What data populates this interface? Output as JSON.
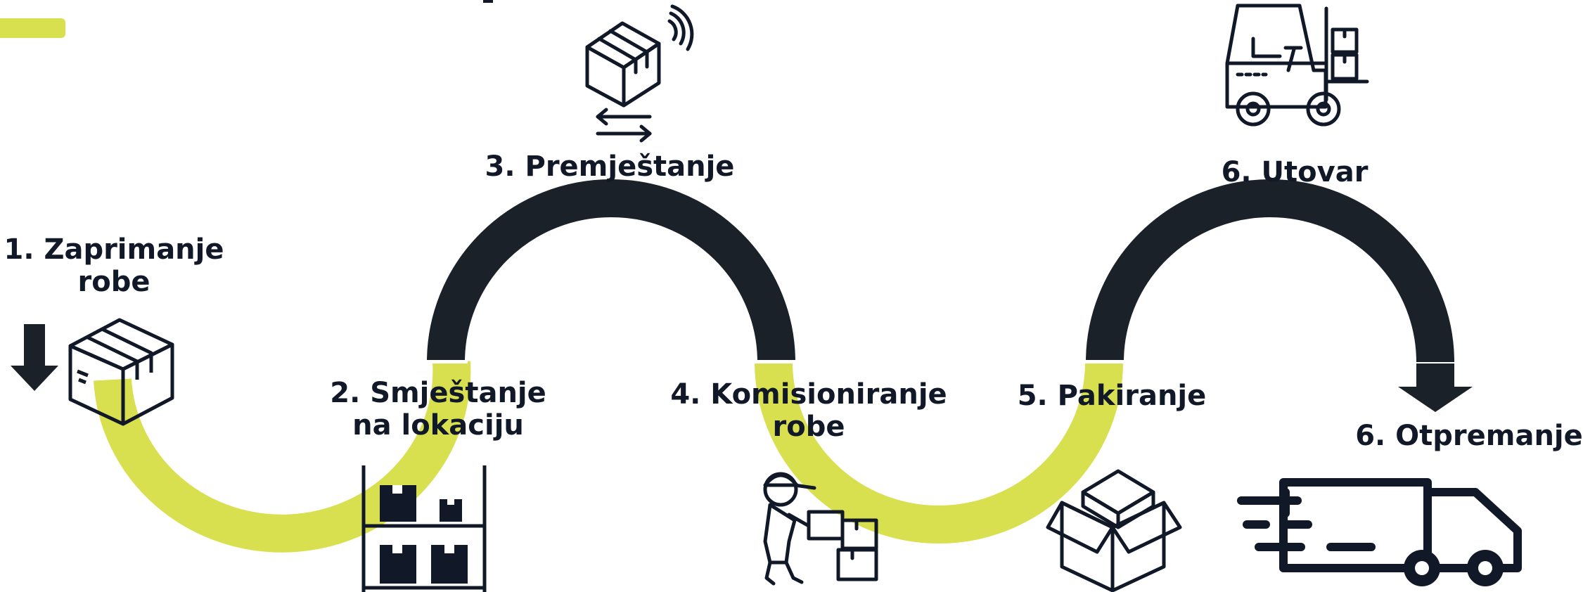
{
  "colors": {
    "accent": "#d9e04f",
    "dark": "#1b2129",
    "text": "#111827"
  },
  "steps": [
    {
      "id": "1",
      "line1": "1. Zaprimanje",
      "line2": "robe",
      "icon": "box-received-icon"
    },
    {
      "id": "2",
      "line1": "2. Smještanje",
      "line2": "na lokaciju",
      "icon": "warehouse-shelf-icon"
    },
    {
      "id": "3",
      "line1": "3. Premještanje",
      "icon": "box-transfer-icon"
    },
    {
      "id": "4",
      "line1": "4. Komisioniranje",
      "line2": "robe",
      "icon": "picker-worker-icon"
    },
    {
      "id": "5",
      "line1": "5. Pakiranje",
      "icon": "open-box-icon"
    },
    {
      "id": "6a",
      "line1": "6. Utovar",
      "icon": "forklift-icon"
    },
    {
      "id": "6b",
      "line1": "6. Otpremanje",
      "icon": "delivery-truck-icon"
    }
  ]
}
